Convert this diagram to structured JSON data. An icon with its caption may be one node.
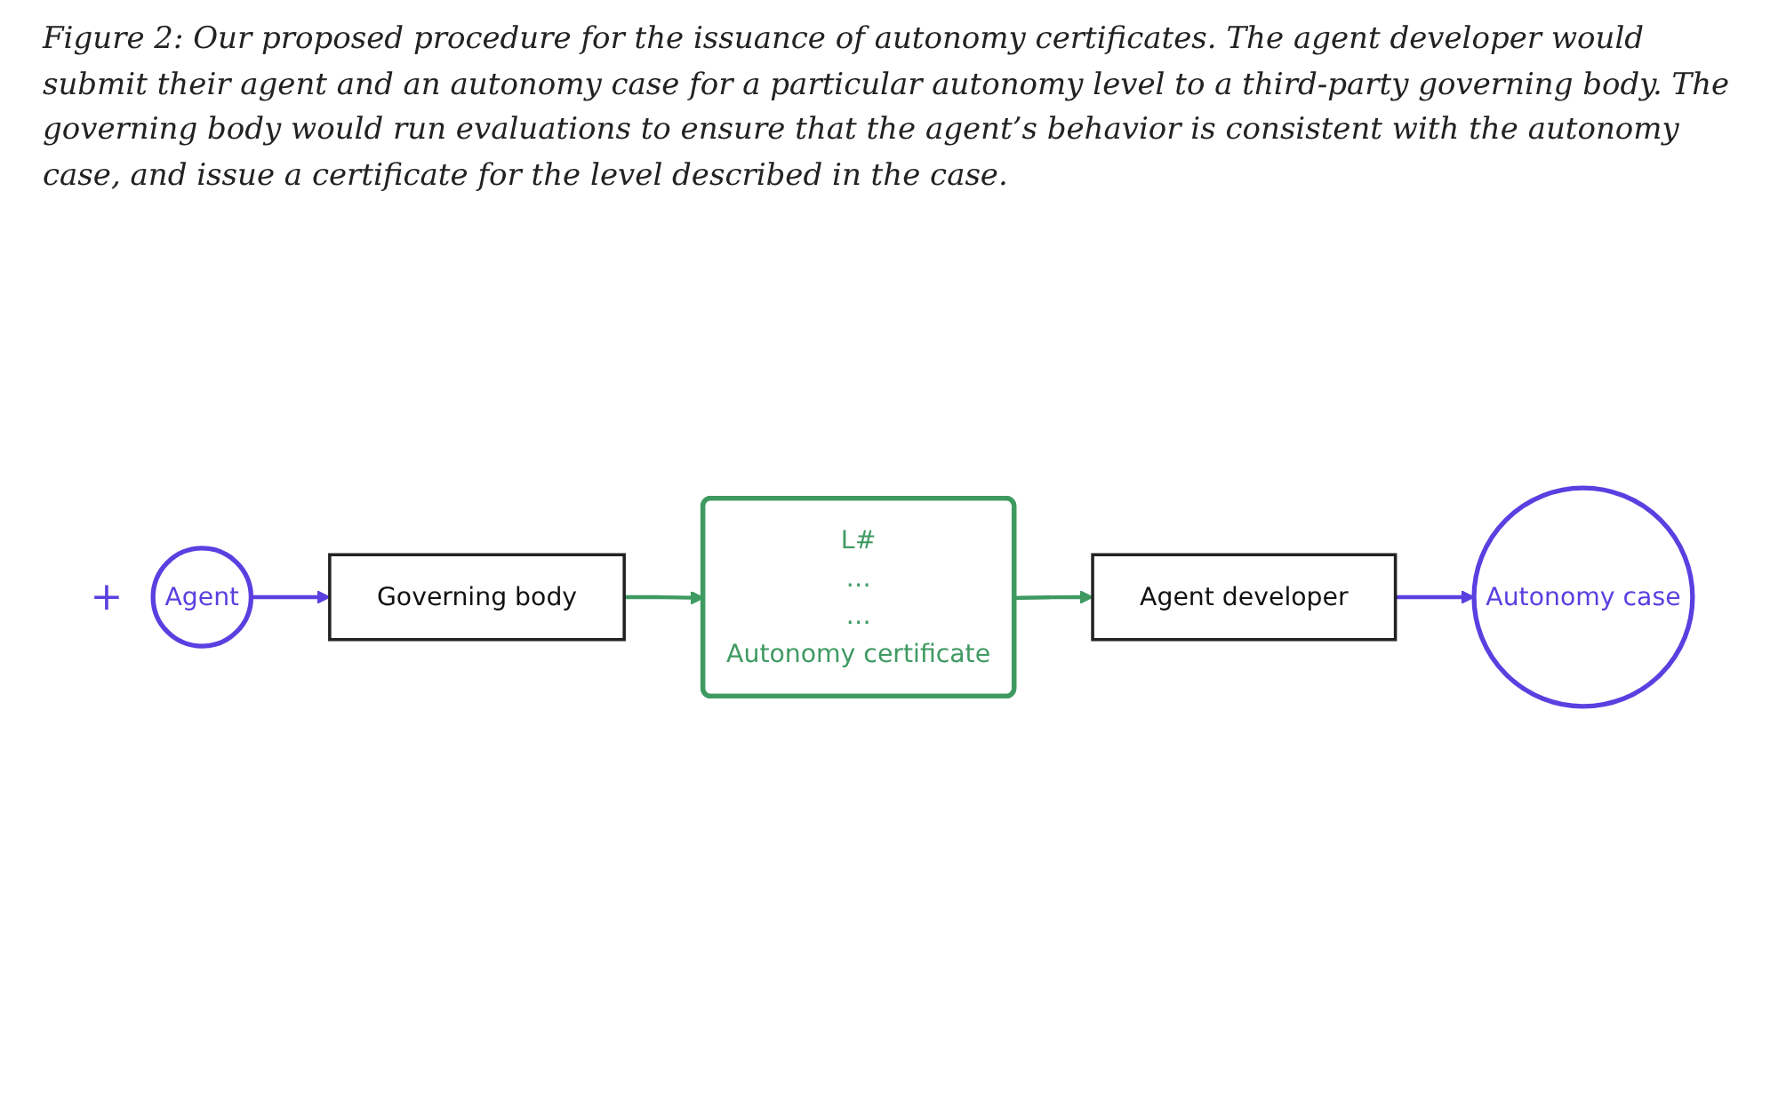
{
  "diagram": {
    "caption": "Figure 2: Our proposed procedure for the issuance of autonomy certificates. The agent developer would submit their agent and an autonomy case for a particular autonomy level to a third-party governing body. The governing body would run evaluations to ensure that the agent’s behavior is consistent with the autonomy case, and issue a certificate for the level described in the case.",
    "nodes": [
      {
        "text": [
          "Governing body"
        ]
      },
      {
        "text": [
          "Agent"
        ]
      },
      {
        "text": [
          "Autonomy case"
        ]
      },
      {
        "text": [
          "Agent developer"
        ]
      },
      {
        "text": [
          "L#",
          "…",
          "…",
          "Autonomy certificate"
        ]
      }
    ],
    "edges": [
      {
        "from": 3,
        "to": 2,
        "arrow": "to",
        "color": "#5b3fe0"
      },
      {
        "from": 1,
        "to": 0,
        "arrow": "to",
        "color": "#5b3fe0"
      },
      {
        "from": 0,
        "to": 4,
        "arrow": "to",
        "color": "#3f9a62"
      },
      {
        "from": 4,
        "to": 3,
        "arrow": "to",
        "color": "#3f9a62"
      }
    ],
    "labels": [
      "+"
    ]
  }
}
